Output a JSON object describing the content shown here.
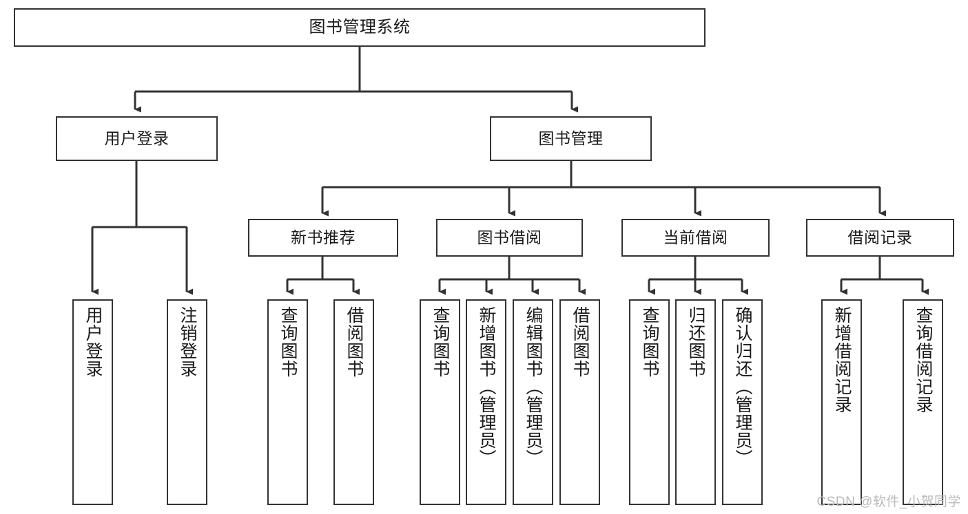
{
  "diagram": {
    "type": "hierarchy-tree",
    "title": "图书管理系统",
    "watermark": "CSDN @软件_小贺同学",
    "colors": {
      "box_border": "#333333",
      "box_fill": "#ffffff",
      "connector": "#333333",
      "text": "#1a1a1a",
      "watermark": "#b9b9b9"
    },
    "nodes": {
      "root": {
        "label": "图书管理系统",
        "orientation": "horizontal"
      },
      "level2": [
        {
          "label": "用户登录",
          "orientation": "horizontal"
        },
        {
          "label": "图书管理",
          "orientation": "horizontal"
        }
      ],
      "level3": [
        {
          "label": "新书推荐",
          "orientation": "horizontal"
        },
        {
          "label": "图书借阅",
          "orientation": "horizontal"
        },
        {
          "label": "当前借阅",
          "orientation": "horizontal"
        },
        {
          "label": "借阅记录",
          "orientation": "horizontal"
        }
      ],
      "leaves": {
        "user_login": [
          {
            "label": "用户登录",
            "orientation": "vertical"
          },
          {
            "label": "注销登录",
            "orientation": "vertical"
          }
        ],
        "new_book_recommend": [
          {
            "label": "查询图书",
            "orientation": "vertical"
          },
          {
            "label": "借阅图书",
            "orientation": "vertical"
          }
        ],
        "book_borrow": [
          {
            "label": "查询图书",
            "orientation": "vertical"
          },
          {
            "label": "新增图书（管理员）",
            "orientation": "vertical"
          },
          {
            "label": "编辑图书（管理员）",
            "orientation": "vertical"
          },
          {
            "label": "借阅图书",
            "orientation": "vertical"
          }
        ],
        "current_borrow": [
          {
            "label": "查询图书",
            "orientation": "vertical"
          },
          {
            "label": "归还图书",
            "orientation": "vertical"
          },
          {
            "label": "确认归还（管理员）",
            "orientation": "vertical"
          }
        ],
        "borrow_record": [
          {
            "label": "新增借阅记录",
            "orientation": "vertical"
          },
          {
            "label": "查询借阅记录",
            "orientation": "vertical"
          }
        ]
      }
    }
  }
}
